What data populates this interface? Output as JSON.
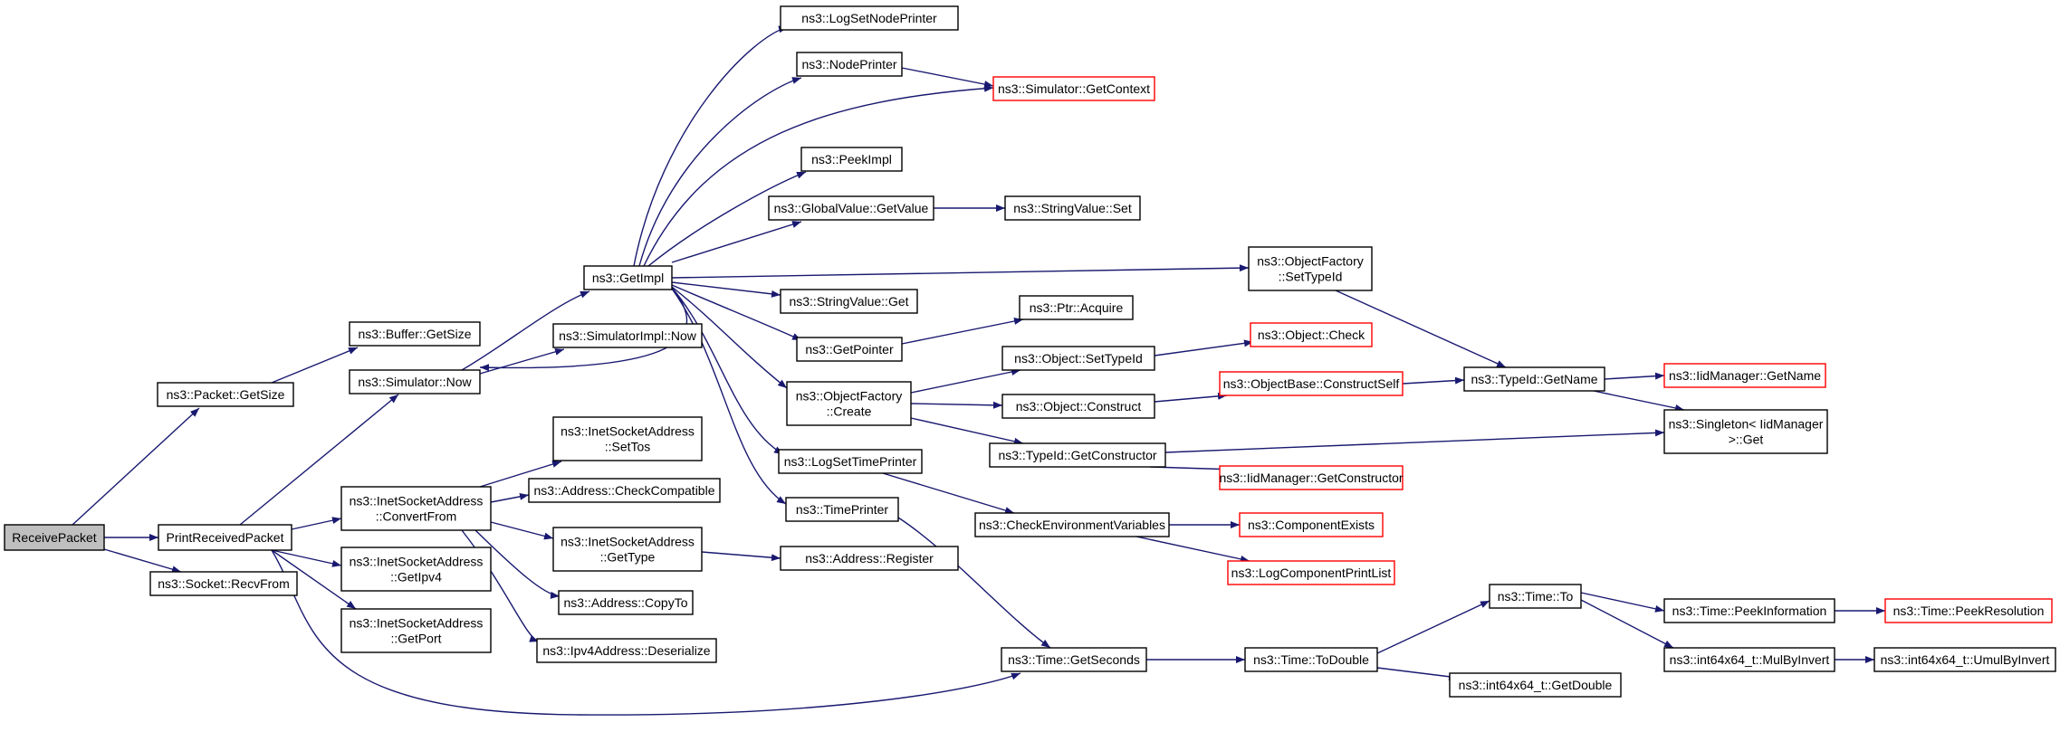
{
  "colors": {
    "edge": "#191970",
    "node_border": "#000000",
    "node_border_partial": "#ff0000",
    "node_fill": "#ffffff",
    "root_fill": "#bfbfbf"
  },
  "graph": {
    "nodes": [
      {
        "id": "receive",
        "lines": [
          "ReceivePacket"
        ],
        "root": true
      },
      {
        "id": "print",
        "lines": [
          "PrintReceivedPacket"
        ]
      },
      {
        "id": "recvfrom",
        "lines": [
          "ns3::Socket::RecvFrom"
        ]
      },
      {
        "id": "pkt_getsize",
        "lines": [
          "ns3::Packet::GetSize"
        ]
      },
      {
        "id": "buf_getsize",
        "lines": [
          "ns3::Buffer::GetSize"
        ]
      },
      {
        "id": "sim_now",
        "lines": [
          "ns3::Simulator::Now"
        ]
      },
      {
        "id": "simimpl_now",
        "lines": [
          "ns3::SimulatorImpl::Now"
        ]
      },
      {
        "id": "getimpl",
        "lines": [
          "ns3::GetImpl"
        ]
      },
      {
        "id": "inet_convertfrom",
        "lines": [
          "ns3::InetSocketAddress",
          "::ConvertFrom"
        ]
      },
      {
        "id": "inet_getipv4",
        "lines": [
          "ns3::InetSocketAddress",
          "::GetIpv4"
        ]
      },
      {
        "id": "inet_getport",
        "lines": [
          "ns3::InetSocketAddress",
          "::GetPort"
        ]
      },
      {
        "id": "inet_settos",
        "lines": [
          "ns3::InetSocketAddress",
          "::SetTos"
        ]
      },
      {
        "id": "addr_checkcompat",
        "lines": [
          "ns3::Address::CheckCompatible"
        ]
      },
      {
        "id": "inet_gettype",
        "lines": [
          "ns3::InetSocketAddress",
          "::GetType"
        ]
      },
      {
        "id": "addr_copyto",
        "lines": [
          "ns3::Address::CopyTo"
        ]
      },
      {
        "id": "ipv4_deserialize",
        "lines": [
          "ns3::Ipv4Address::Deserialize"
        ]
      },
      {
        "id": "addr_register",
        "lines": [
          "ns3::Address::Register"
        ]
      },
      {
        "id": "logsetnodeprinter",
        "lines": [
          "ns3::LogSetNodePrinter"
        ]
      },
      {
        "id": "nodeprinter",
        "lines": [
          "ns3::NodePrinter"
        ]
      },
      {
        "id": "sim_getcontext",
        "lines": [
          "ns3::Simulator::GetContext"
        ],
        "partial": true
      },
      {
        "id": "peekimpl",
        "lines": [
          "ns3::PeekImpl"
        ]
      },
      {
        "id": "gv_getvalue",
        "lines": [
          "ns3::GlobalValue::GetValue"
        ]
      },
      {
        "id": "sv_set",
        "lines": [
          "ns3::StringValue::Set"
        ]
      },
      {
        "id": "sv_get",
        "lines": [
          "ns3::StringValue::Get"
        ]
      },
      {
        "id": "getpointer",
        "lines": [
          "ns3::GetPointer"
        ]
      },
      {
        "id": "ptr_acquire",
        "lines": [
          "ns3::Ptr::Acquire"
        ]
      },
      {
        "id": "of_create",
        "lines": [
          "ns3::ObjectFactory",
          "::Create"
        ]
      },
      {
        "id": "logsettimeprinter",
        "lines": [
          "ns3::LogSetTimePrinter"
        ]
      },
      {
        "id": "timeprinter",
        "lines": [
          "ns3::TimePrinter"
        ]
      },
      {
        "id": "of_settypeid",
        "lines": [
          "ns3::ObjectFactory",
          "::SetTypeId"
        ]
      },
      {
        "id": "obj_settypeid",
        "lines": [
          "ns3::Object::SetTypeId"
        ]
      },
      {
        "id": "obj_check",
        "lines": [
          "ns3::Object::Check"
        ],
        "partial": true
      },
      {
        "id": "obj_construct",
        "lines": [
          "ns3::Object::Construct"
        ]
      },
      {
        "id": "objbase_constructself",
        "lines": [
          "ns3::ObjectBase::ConstructSelf"
        ],
        "partial": true
      },
      {
        "id": "typeid_getconstructor",
        "lines": [
          "ns3::TypeId::GetConstructor"
        ]
      },
      {
        "id": "iidmgr_getconstructor",
        "lines": [
          "ns3::IidManager::GetConstructor"
        ],
        "partial": true
      },
      {
        "id": "checkenv",
        "lines": [
          "ns3::CheckEnvironmentVariables"
        ]
      },
      {
        "id": "componentexists",
        "lines": [
          "ns3::ComponentExists"
        ],
        "partial": true
      },
      {
        "id": "logcomponentprintlist",
        "lines": [
          "ns3::LogComponentPrintList"
        ],
        "partial": true
      },
      {
        "id": "typeid_getname",
        "lines": [
          "ns3::TypeId::GetName"
        ]
      },
      {
        "id": "iidmgr_getname",
        "lines": [
          "ns3::IidManager::GetName"
        ],
        "partial": true
      },
      {
        "id": "singleton_get",
        "lines": [
          "ns3::Singleton< IidManager",
          " >::Get"
        ]
      },
      {
        "id": "time_getseconds",
        "lines": [
          "ns3::Time::GetSeconds"
        ]
      },
      {
        "id": "time_todouble",
        "lines": [
          "ns3::Time::ToDouble"
        ]
      },
      {
        "id": "time_to",
        "lines": [
          "ns3::Time::To"
        ]
      },
      {
        "id": "int64_getdouble",
        "lines": [
          "ns3::int64x64_t::GetDouble"
        ]
      },
      {
        "id": "time_peekinfo",
        "lines": [
          "ns3::Time::PeekInformation"
        ]
      },
      {
        "id": "time_peekres",
        "lines": [
          "ns3::Time::PeekResolution"
        ],
        "partial": true
      },
      {
        "id": "int64_mulbyinvert",
        "lines": [
          "ns3::int64x64_t::MulByInvert"
        ]
      },
      {
        "id": "int64_umulbyinvert",
        "lines": [
          "ns3::int64x64_t::UmulByInvert"
        ]
      }
    ]
  }
}
